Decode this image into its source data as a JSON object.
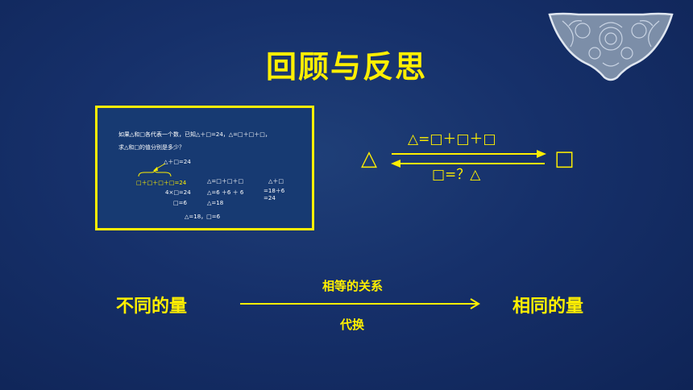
{
  "title": "回顾与反思",
  "example": {
    "problem_line1": "如果△和□各代表一个数，已知△＋□=24，△=□＋□＋□，",
    "problem_line2": "求△和□的值分别是多少？",
    "step1": "△＋□=24",
    "step2": "□＋□＋□＋□=24",
    "step3": "4×□=24",
    "step4": "□=6",
    "mid1": "△=□＋□＋□",
    "mid2": "△=6 ＋6 ＋ 6",
    "mid3": "△=18",
    "right1": "△＋□",
    "right2": "=18＋6",
    "right3": "=24",
    "answer": "△=18，□=6"
  },
  "relation": {
    "left_shape": "△",
    "right_shape": "□",
    "top_equation": "△=□＋□＋□",
    "bottom_equation": "□=？△"
  },
  "bottom": {
    "left_label": "不同的量",
    "right_label": "相同的量",
    "top_caption": "相等的关系",
    "bottom_caption": "代换"
  },
  "colors": {
    "accent": "#ffef00",
    "background": "#16306a"
  }
}
